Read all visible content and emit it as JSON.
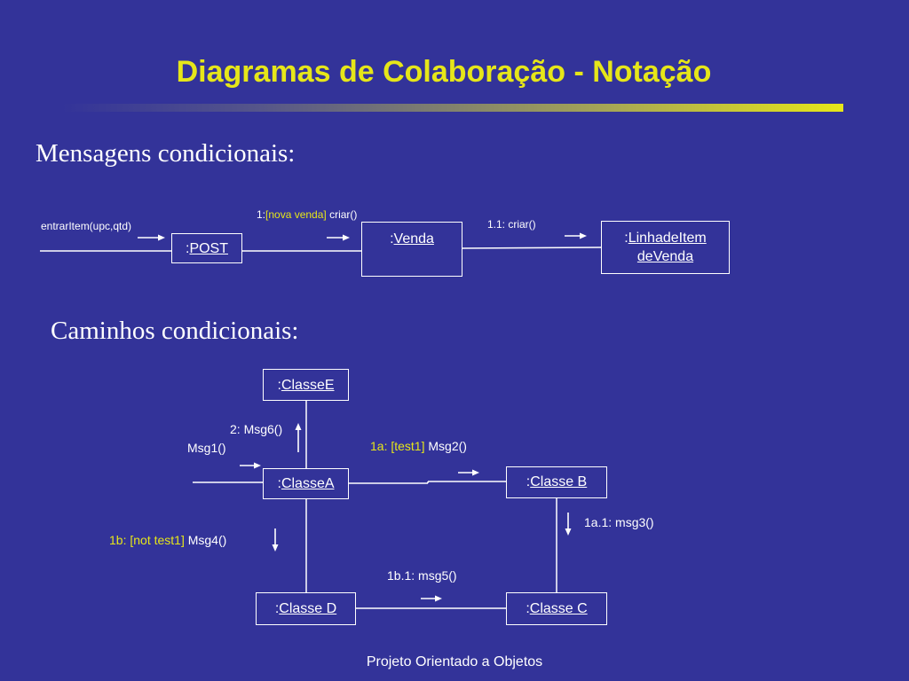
{
  "title": "Diagramas de Colaboração - Notação",
  "section1": {
    "heading": "Mensagens condicionais:",
    "entry_message": "entrarItem(upc,qtd)",
    "post": {
      "prefix": ":",
      "name": "POST"
    },
    "venda": {
      "prefix": ":",
      "name": "Venda"
    },
    "linha": {
      "prefix": ":",
      "name_line1": "LinhadeItem",
      "name_line2": "deVenda"
    },
    "msg1": {
      "seq": "1:",
      "cond": "[nova venda]",
      "call": " criar()"
    },
    "msg11": "1.1: criar()"
  },
  "section2": {
    "heading": "Caminhos condicionais:",
    "classeE": {
      "prefix": ":",
      "name": "ClasseE"
    },
    "classeA": {
      "prefix": ":",
      "name": "ClasseA"
    },
    "classeB": {
      "prefix": ":",
      "name": "Classe B"
    },
    "classeC": {
      "prefix": ":",
      "name": "Classe C"
    },
    "classeD": {
      "prefix": ":",
      "name": "Classe D"
    },
    "msg_2": "2: Msg6()",
    "msg_1": "Msg1()",
    "msg_1a": {
      "seq": "1a: [test1]",
      "call": " Msg2()"
    },
    "msg_1b": {
      "seq": "1b: [not test1]",
      "call": " Msg4()"
    },
    "msg_1a1": "1a.1: msg3()",
    "msg_1b1": "1b.1: msg5()"
  },
  "footer": "Projeto Orientado a Objetos",
  "colors": {
    "background": "#333399",
    "title": "#e6e619",
    "condition": "#e6e619",
    "lines": "#ffffff"
  }
}
